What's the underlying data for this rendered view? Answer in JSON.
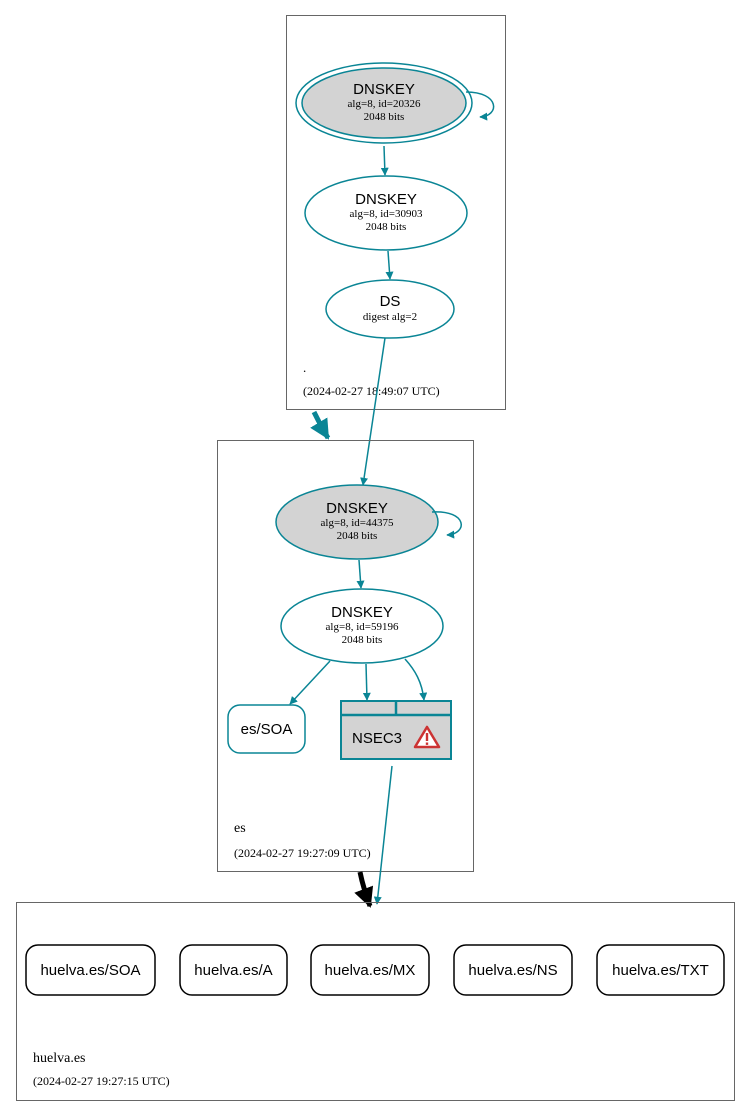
{
  "colors": {
    "edge": "#0a8595",
    "zone_border": "#666666",
    "ksk_fill": "#d3d3d3",
    "node_fill": "#ffffff",
    "nsec_fill": "#d3d3d3",
    "delegation_secure": "#0a8595",
    "delegation_insecure": "#000000",
    "warning_red": "#cc3333"
  },
  "zones": {
    "root": {
      "name": ".",
      "timestamp": "(2024-02-27 18:49:07 UTC)"
    },
    "es": {
      "name": "es",
      "timestamp": "(2024-02-27 19:27:09 UTC)"
    },
    "huelva": {
      "name": "huelva.es",
      "timestamp": "(2024-02-27 19:27:15 UTC)"
    }
  },
  "nodes": {
    "root_ksk": {
      "type": "DNSKEY",
      "detail": "alg=8, id=20326",
      "bits": "2048 bits"
    },
    "root_zsk": {
      "type": "DNSKEY",
      "detail": "alg=8, id=30903",
      "bits": "2048 bits"
    },
    "root_ds": {
      "type": "DS",
      "detail": "digest alg=2"
    },
    "es_ksk": {
      "type": "DNSKEY",
      "detail": "alg=8, id=44375",
      "bits": "2048 bits"
    },
    "es_zsk": {
      "type": "DNSKEY",
      "detail": "alg=8, id=59196",
      "bits": "2048 bits"
    },
    "es_soa": {
      "label": "es/SOA"
    },
    "es_nsec3": {
      "label": "NSEC3",
      "status_icon": "warning-icon"
    }
  },
  "records": [
    {
      "label": "huelva.es/SOA"
    },
    {
      "label": "huelva.es/A"
    },
    {
      "label": "huelva.es/MX"
    },
    {
      "label": "huelva.es/NS"
    },
    {
      "label": "huelva.es/TXT"
    }
  ]
}
